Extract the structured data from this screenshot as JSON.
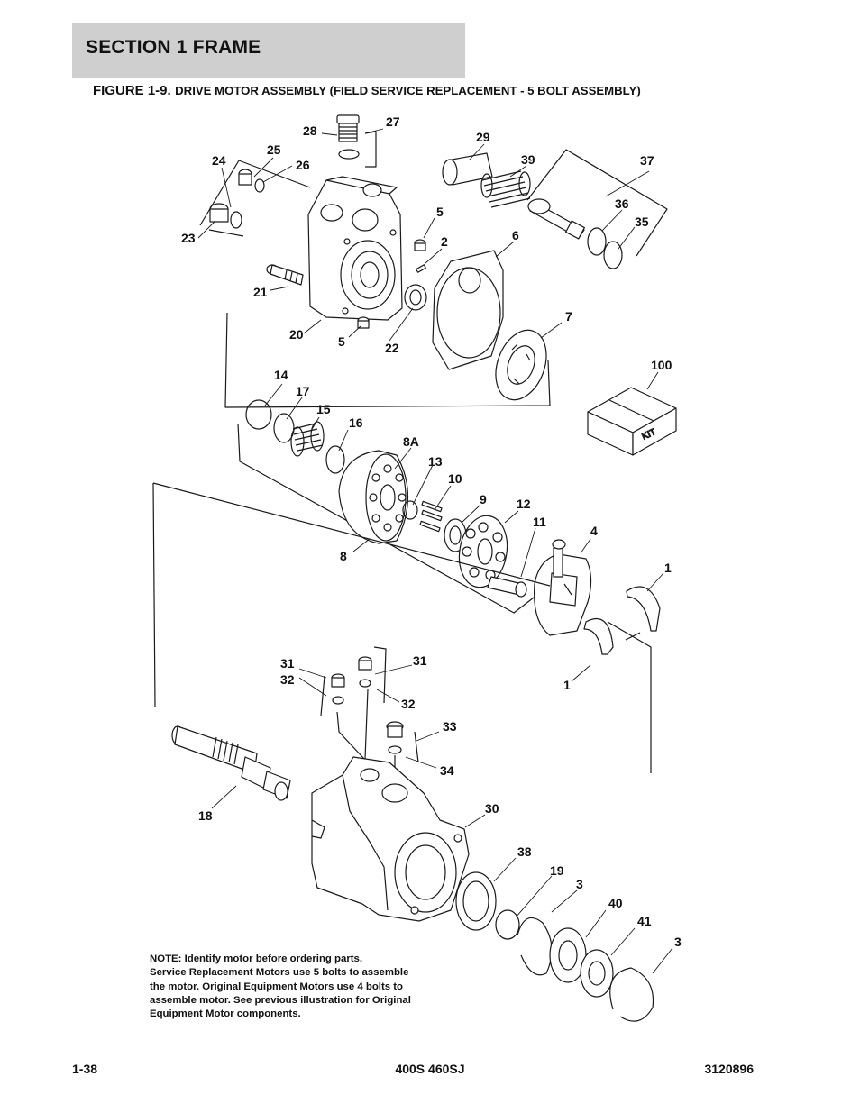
{
  "header": {
    "section": "SECTION 1  FRAME"
  },
  "figure": {
    "number": "FIGURE 1-9.",
    "title": "DRIVE MOTOR ASSEMBLY (FIELD SERVICE REPLACEMENT - 5 BOLT ASSEMBLY)"
  },
  "callouts": {
    "c28": "28",
    "c27": "27",
    "c29": "29",
    "c25": "25",
    "c24": "24",
    "c26": "26",
    "c39": "39",
    "c37": "37",
    "c36": "36",
    "c35": "35",
    "c5a": "5",
    "c2": "2",
    "c23": "23",
    "c6": "6",
    "c21": "21",
    "c20": "20",
    "c5b": "5",
    "c22": "22",
    "c7": "7",
    "c100": "100",
    "c14": "14",
    "c17": "17",
    "c15": "15",
    "c16": "16",
    "c8a": "8A",
    "c13": "13",
    "c10": "10",
    "c9": "9",
    "c12": "12",
    "c11": "11",
    "c4": "4",
    "c8": "8",
    "c1a": "1",
    "c1b": "1",
    "c31a": "31",
    "c32a": "32",
    "c31b": "31",
    "c32b": "32",
    "c33": "33",
    "c34": "34",
    "c18": "18",
    "c30": "30",
    "c38": "38",
    "c19": "19",
    "c3a": "3",
    "c40": "40",
    "c41": "41",
    "c3b": "3",
    "kit": "KIT"
  },
  "note": "NOTE:   Identify motor before ordering parts.\nService Replacement Motors use 5 bolts to assemble\nthe motor.  Original Equipment  Motors use 4  bolts to\nassemble motor.  See previous illustration for Original\nEquipment Motor components.",
  "footer": {
    "page": "1-38",
    "model": "400S 460SJ",
    "doc_number": "3120896"
  }
}
